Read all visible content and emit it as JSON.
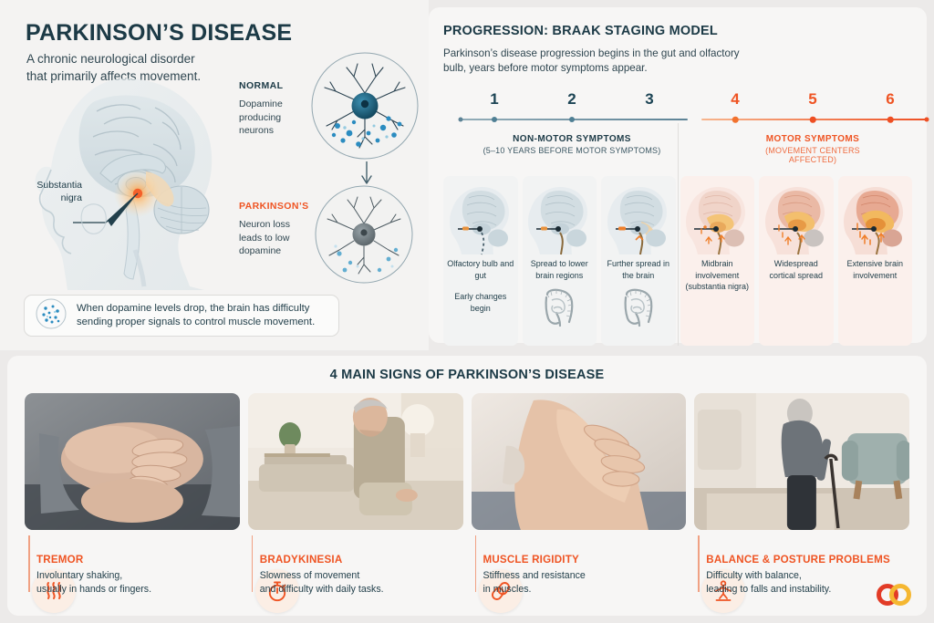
{
  "header": {
    "title": "PARKINSON’S DISEASE",
    "subtitle": "A chronic neurological disorder\nthat primarily affects movement."
  },
  "colors": {
    "dark_teal": "#1c3a46",
    "accent_orange": "#ef5423",
    "neuron_blue": "#2f7fa0",
    "page_bg": "#eceae9",
    "card_bg": "#f7f6f5"
  },
  "brain_diagram": {
    "label": "Substantia\nnigra",
    "hotspot_name": "substantia-nigra-hotspot"
  },
  "neurons": {
    "normal": {
      "label": "NORMAL",
      "description": "Dopamine\nproducing\nneurons",
      "icon": "neuron-healthy-icon"
    },
    "parkinsons": {
      "label": "PARKINSON’S",
      "description": "Neuron loss\nleads to low\ndopamine",
      "icon": "neuron-degenerated-icon"
    },
    "arrow_icon": "arrow-down-icon"
  },
  "dopamine_note": {
    "icon": "dopamine-dots-icon",
    "text": "When dopamine levels drop, the brain has difficulty sending proper signals to control muscle movement."
  },
  "braak": {
    "title": "PROGRESSION: BRAAK STAGING MODEL",
    "subtitle": "Parkinson’s disease progression begins in the gut and olfactory bulb, years before motor symptoms appear.",
    "timeline": {
      "numbers": [
        "1",
        "2",
        "3",
        "4",
        "5",
        "6"
      ],
      "groups": [
        {
          "heading": "NON-MOTOR SYMPTOMS",
          "subheading": "(5–10 YEARS BEFORE MOTOR SYMPTOMS)",
          "tone": "blue"
        },
        {
          "heading": "MOTOR SYMPTOMS",
          "subheading": "(MOVEMENT CENTERS AFFECTED)",
          "tone": "orange"
        }
      ]
    },
    "stages": [
      {
        "num": "1",
        "caption": "Olfactory bulb and gut",
        "caption2": "Early changes begin",
        "tone": "cool",
        "gut": false
      },
      {
        "num": "2",
        "caption": "Spread to lower brain regions",
        "caption2": "",
        "tone": "cool",
        "gut": true
      },
      {
        "num": "3",
        "caption": "Further spread in the brain",
        "caption2": "",
        "tone": "cool",
        "gut": true
      },
      {
        "num": "4",
        "caption": "Midbrain involvement (substantia nigra)",
        "caption2": "",
        "tone": "warm",
        "gut": false
      },
      {
        "num": "5",
        "caption": "Widespread cortical spread",
        "caption2": "",
        "tone": "warm",
        "gut": false
      },
      {
        "num": "6",
        "caption": "Extensive brain involvement",
        "caption2": "",
        "tone": "warm",
        "gut": false
      }
    ]
  },
  "signs": {
    "title": "4 MAIN SIGNS OF PARKINSON’S DISEASE",
    "items": [
      {
        "name": "TREMOR",
        "description": "Involuntary shaking,\nusually in hands or fingers.",
        "icon": "tremor-waves-icon",
        "photo": "elderly-hands-trembling-photo"
      },
      {
        "name": "BRADYKINESIA",
        "description": "Slowness of movement\nand difficulty with daily tasks.",
        "icon": "stopwatch-icon",
        "photo": "elderly-man-sitting-sofa-photo"
      },
      {
        "name": "MUSCLE RIGIDITY",
        "description": "Stiffness and resistance\nin muscles.",
        "icon": "chain-link-icon",
        "photo": "hand-gripping-wrist-photo"
      },
      {
        "name": "BALANCE & POSTURE PROBLEMS",
        "description": "Difficulty with balance,\nleading to falls and instability.",
        "icon": "balance-figure-icon",
        "photo": "elderly-man-with-cane-photo"
      }
    ]
  },
  "logo": {
    "name": "interlocking-rings-logo",
    "color_left": "#e23b26",
    "color_right": "#f5b731"
  }
}
